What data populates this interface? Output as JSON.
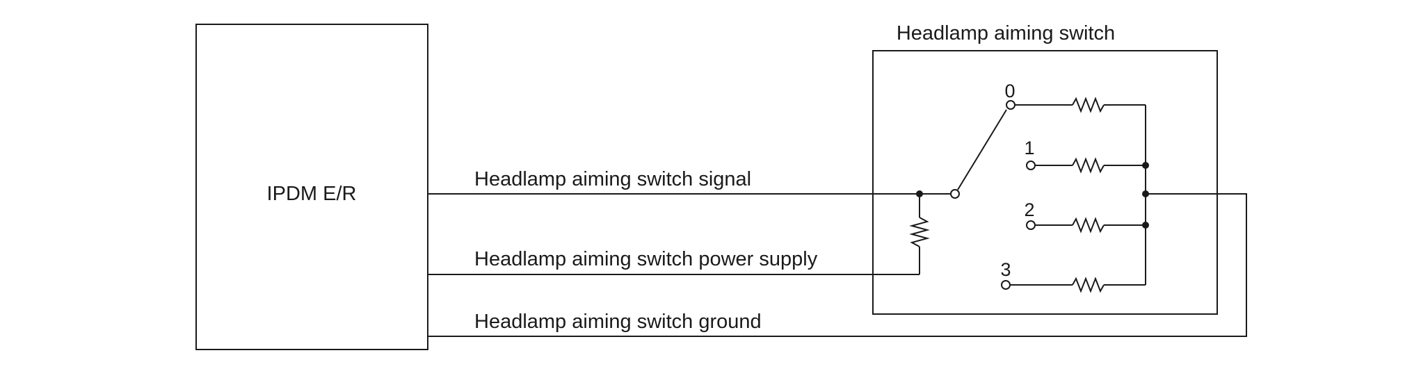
{
  "ipdm": {
    "label": "IPDM E/R"
  },
  "switch": {
    "title": "Headlamp aiming switch",
    "positions": [
      "0",
      "1",
      "2",
      "3"
    ]
  },
  "wires": {
    "signal": "Headlamp aiming switch signal",
    "power": "Headlamp aiming switch power supply",
    "ground": "Headlamp aiming switch ground"
  }
}
